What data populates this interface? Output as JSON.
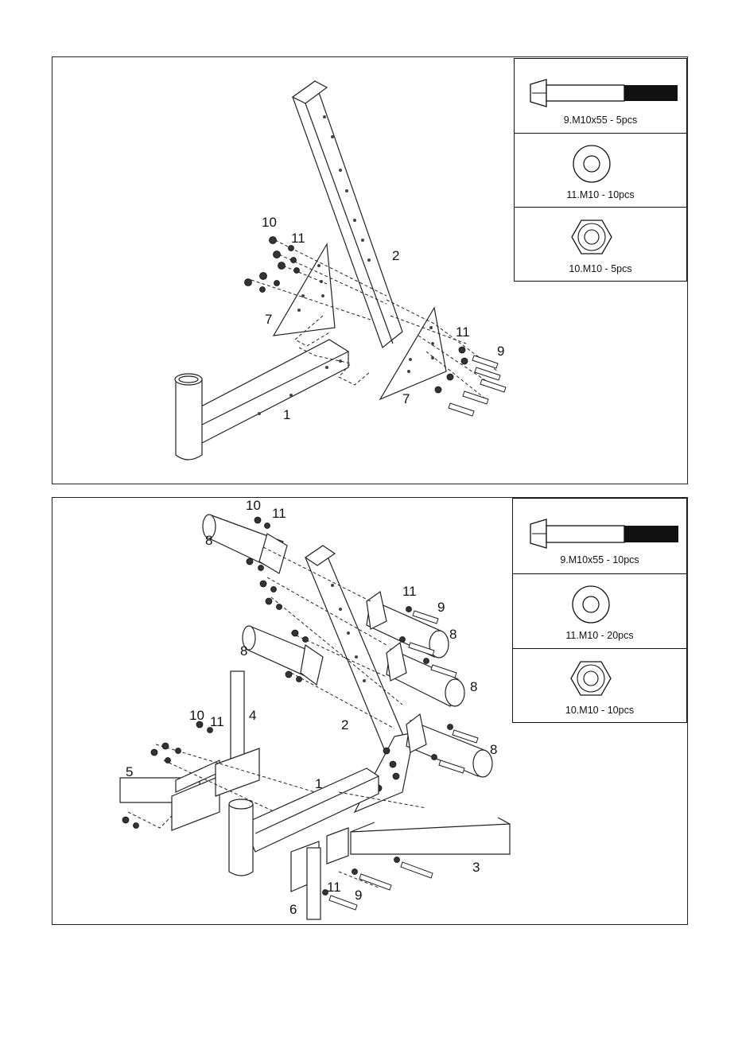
{
  "top_panel": {
    "legend": [
      {
        "label": "9.M10x55 - 5pcs",
        "icon": "bolt-icon"
      },
      {
        "label": "11.M10 - 10pcs",
        "icon": "washer-icon"
      },
      {
        "label": "10.M10 - 5pcs",
        "icon": "hex-nut-icon"
      }
    ],
    "callouts": {
      "c10": "10",
      "c11a": "11",
      "c2": "2",
      "c7a": "7",
      "c11b": "11",
      "c9": "9",
      "c7b": "7",
      "c1": "1"
    }
  },
  "bottom_panel": {
    "legend": [
      {
        "label": "9.M10x55 - 10pcs",
        "icon": "bolt-icon"
      },
      {
        "label": "11.M10 -  20pcs",
        "icon": "washer-icon"
      },
      {
        "label": "10.M10 - 10pcs",
        "icon": "hex-nut-icon"
      }
    ],
    "callouts": {
      "c10a": "10",
      "c11a": "11",
      "c8a": "8",
      "c11b": "11",
      "c9a": "9",
      "c8b": "8",
      "c8c": "8",
      "c8d": "8",
      "c2": "2",
      "c8e": "8",
      "c10b": "10",
      "c11c": "11",
      "c4": "4",
      "c5": "5",
      "c1": "1",
      "c3": "3",
      "c11d": "11",
      "c9b": "9",
      "c6": "6"
    }
  }
}
